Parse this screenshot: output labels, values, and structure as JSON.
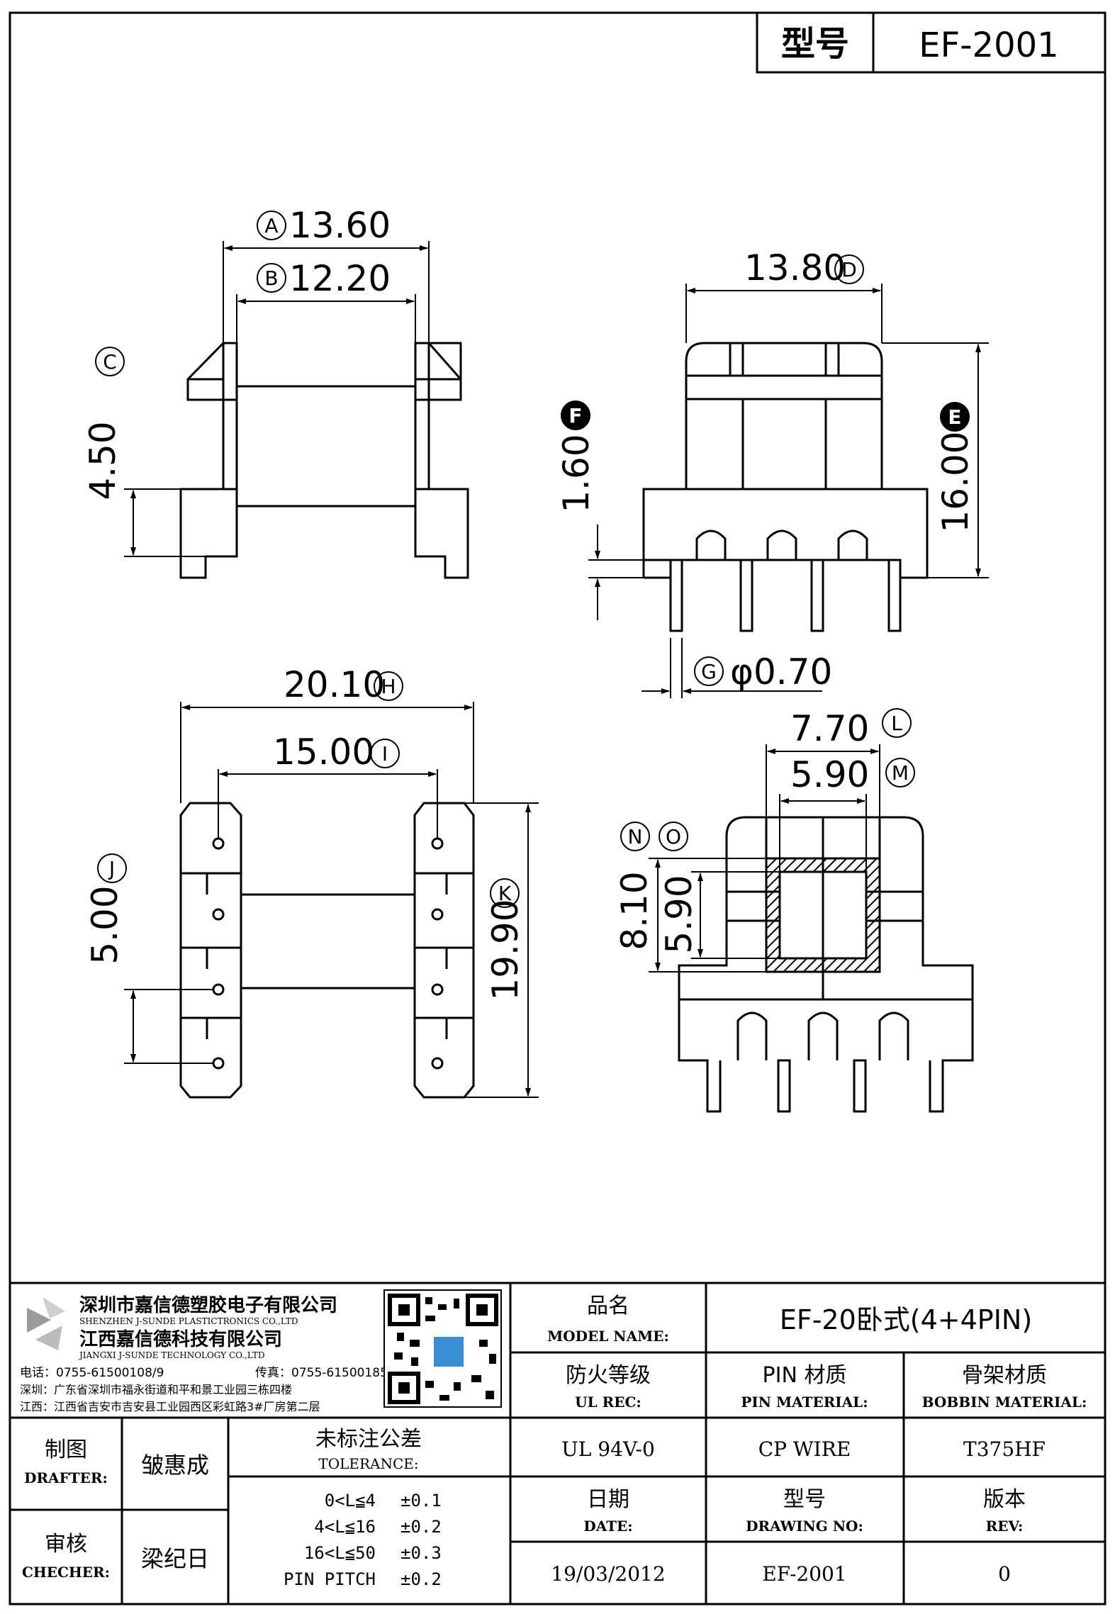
{
  "title_box": {
    "label": "型号",
    "value": "EF-2001"
  },
  "dimensions": {
    "A": {
      "letter": "A",
      "value": "13.60"
    },
    "B": {
      "letter": "B",
      "value": "12.20"
    },
    "C": {
      "letter": "C",
      "value": "4.50"
    },
    "D": {
      "letter": "D",
      "value": "13.80"
    },
    "E": {
      "letter": "E",
      "value": "16.00"
    },
    "F": {
      "letter": "F",
      "value": "1.60"
    },
    "G": {
      "letter": "G",
      "value": "φ0.70"
    },
    "H": {
      "letter": "H",
      "value": "20.10"
    },
    "I": {
      "letter": "I",
      "value": "15.00"
    },
    "J": {
      "letter": "J",
      "value": "5.00"
    },
    "K": {
      "letter": "K",
      "value": "19.90"
    },
    "L": {
      "letter": "L",
      "value": "7.70"
    },
    "M": {
      "letter": "M",
      "value": "5.90"
    },
    "N": {
      "letter": "N",
      "value": "8.10"
    },
    "O": {
      "letter": "O",
      "value": "5.90"
    }
  },
  "company": {
    "name_cn_1": "深圳市嘉信德塑胶电子有限公司",
    "name_en_1": "SHENZHEN J-SUNDE PLASTICTRONICS CO.,LTD",
    "name_cn_2": "江西嘉信德科技有限公司",
    "name_en_2": "JIANGXI J-SUNDE TECHNOLOGY CO.,LTD",
    "phone": "电话：0755-61500108/9",
    "fax": "传真：0755-61500185",
    "addr_sz": "深圳：广东省深圳市福永街道和平和景工业园三栋四楼",
    "addr_jx": "江西：江西省吉安市吉安县工业园西区彩虹路3#厂房第二层"
  },
  "info": {
    "model_name_cn": "品名",
    "model_name_en": "MODEL NAME:",
    "model_name_value": "EF-20卧式(4+4PIN)",
    "ul_cn": "防火等级",
    "ul_en": "UL REC:",
    "ul_value": "UL 94V-0",
    "pin_cn": "PIN 材质",
    "pin_en": "PIN MATERIAL:",
    "pin_value": "CP WIRE",
    "bobbin_cn": "骨架材质",
    "bobbin_en": "BOBBIN MATERIAL:",
    "bobbin_value": "T375HF",
    "date_cn": "日期",
    "date_en": "DATE:",
    "date_value": "19/03/2012",
    "drawing_cn": "型号",
    "drawing_en": "DRAWING NO:",
    "drawing_value": "EF-2001",
    "rev_cn": "版本",
    "rev_en": "REV:",
    "rev_value": "0"
  },
  "signoff": {
    "drafter_cn": "制图",
    "drafter_en": "DRAFTER:",
    "drafter_name": "皱惠成",
    "checker_cn": "审核",
    "checker_en": "CHECHER:",
    "checker_name": "梁纪日"
  },
  "tolerance": {
    "title_cn": "未标注公差",
    "title_en": "TOLERANCE:",
    "rows": [
      {
        "range": "0<L≦4",
        "tol": "±0.1"
      },
      {
        "range": "4<L≦16",
        "tol": "±0.2"
      },
      {
        "range": "16<L≦50",
        "tol": "±0.3"
      },
      {
        "range": "PIN PITCH",
        "tol": "±0.2"
      }
    ]
  }
}
